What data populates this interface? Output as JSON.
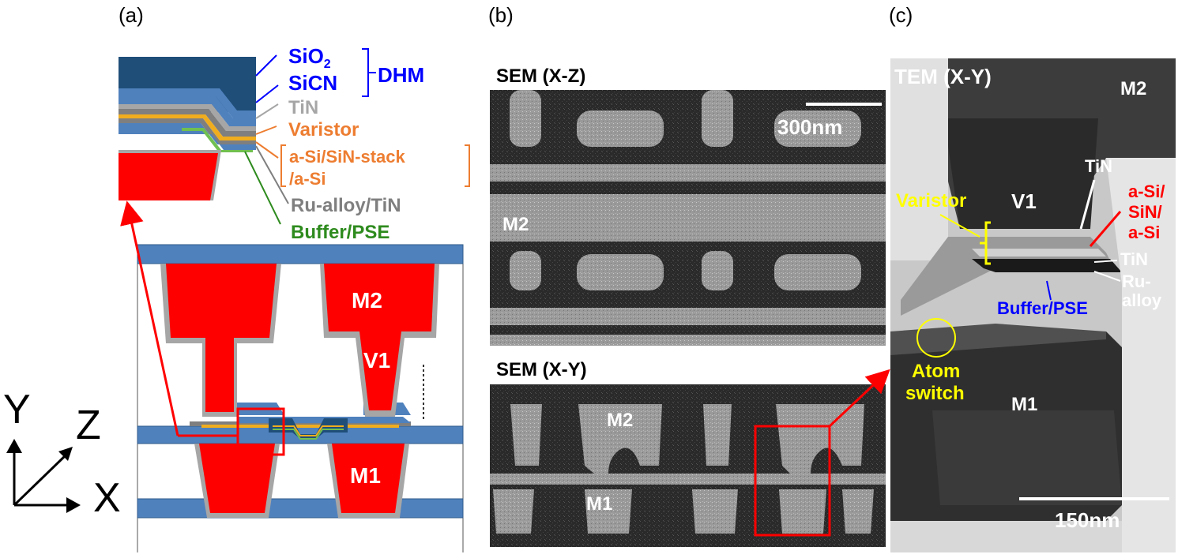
{
  "panel_labels": {
    "a": "(a)",
    "b": "(b)",
    "c": "(c)"
  },
  "panel_a": {
    "stack_labels": {
      "sio2_main": "SiO",
      "sio2_sub": "2",
      "sicn": "SiCN",
      "dhm": "DHM",
      "tin": "TiN",
      "varistor": "Varistor",
      "varistor_stack_line1": "a-Si/SiN-stack",
      "varistor_stack_line2": "/a-Si",
      "ru_alloy": "Ru-alloy/TiN",
      "buffer": "Buffer/PSE"
    },
    "cross_section_labels": {
      "m2": "M2",
      "v1": "V1",
      "m1": "M1"
    },
    "axes": {
      "y": "Y",
      "z": "Z",
      "x": "X"
    }
  },
  "panel_b": {
    "sem_xz_title": "SEM (X-Z)",
    "scale_bar": "300nm",
    "m2_label": "M2",
    "sem_xy_title": "SEM (X-Y)",
    "xy_m2": "M2",
    "xy_m1": "M1"
  },
  "panel_c": {
    "title": "TEM (X-Y)",
    "m2": "M2",
    "tin_top": "TiN",
    "v1": "V1",
    "varistor": "Varistor",
    "stack_line1": "a-Si/",
    "stack_line2": "SiN/",
    "stack_line3": "a-Si",
    "tin_mid": "TiN",
    "ru_line1": "Ru-",
    "ru_line2": "alloy",
    "buffer": "Buffer/PSE",
    "atom_line1": "Atom",
    "atom_line2": "switch",
    "m1": "M1",
    "scale_bar": "150nm"
  },
  "colors": {
    "metal": "#ff0000",
    "dielectric_blue": "#4f81bd",
    "dark_blue": "#1f4e79",
    "tin_gray": "#a6a6a6",
    "varistor_orange": "#f0ad1e",
    "buffer_green": "#70c050",
    "label_blue": "#0000ff",
    "label_orange": "#ed7d31",
    "label_gray": "#7f7f7f",
    "label_green": "#2e8b1e",
    "label_yellow": "#ffff00",
    "highlight_red": "#ff0000"
  }
}
